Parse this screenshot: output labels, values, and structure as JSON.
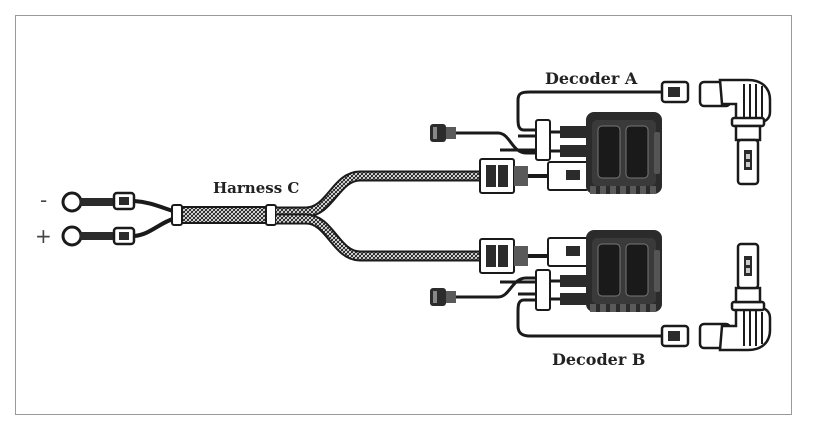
{
  "labels": {
    "harness": "Harness C",
    "decoder_a": "Decoder A",
    "decoder_b": "Decoder B",
    "minus": "-",
    "plus": "+"
  },
  "colors": {
    "line": "#1a1a1a",
    "frame": "#9a9a9a",
    "fill_dark": "#2b2b2b",
    "fill_mid": "#5a5a5a",
    "fill_light": "#d6d6d6"
  }
}
